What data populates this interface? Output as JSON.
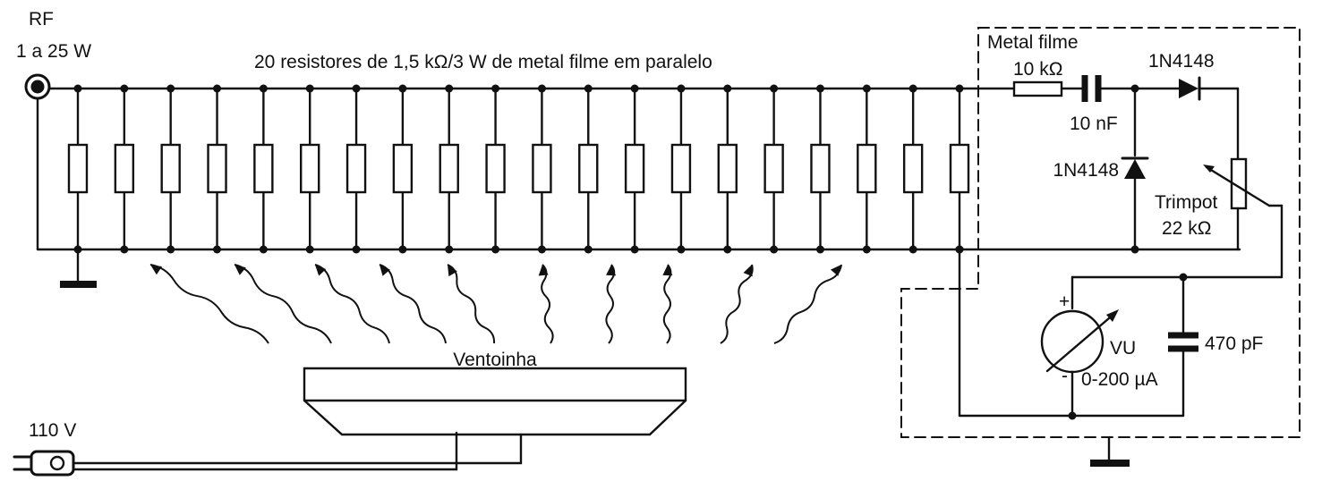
{
  "labels": {
    "rf_title": "RF",
    "rf_power": "1 a 25 W",
    "resistor_bank": "20 resistores de 1,5 kΩ/3 W de metal filme em paralelo",
    "metal_filme": "Metal filme",
    "series_resistor": "10 kΩ",
    "capacitor_series": "10 nF",
    "diode_series": "1N4148",
    "diode_shunt": "1N4148",
    "trimpot_name": "Trimpot",
    "trimpot_value": "22 kΩ",
    "meter_name": "VU",
    "meter_range": "0-200 µA",
    "meter_plus": "+",
    "meter_minus": "-",
    "capacitor_filter": "470 pF",
    "fan": "Ventoinha",
    "mains": "110 V"
  },
  "resistor_count": 20,
  "airflow_arrow_count": 10,
  "colors": {
    "ink": "#111111",
    "background": "#ffffff"
  }
}
